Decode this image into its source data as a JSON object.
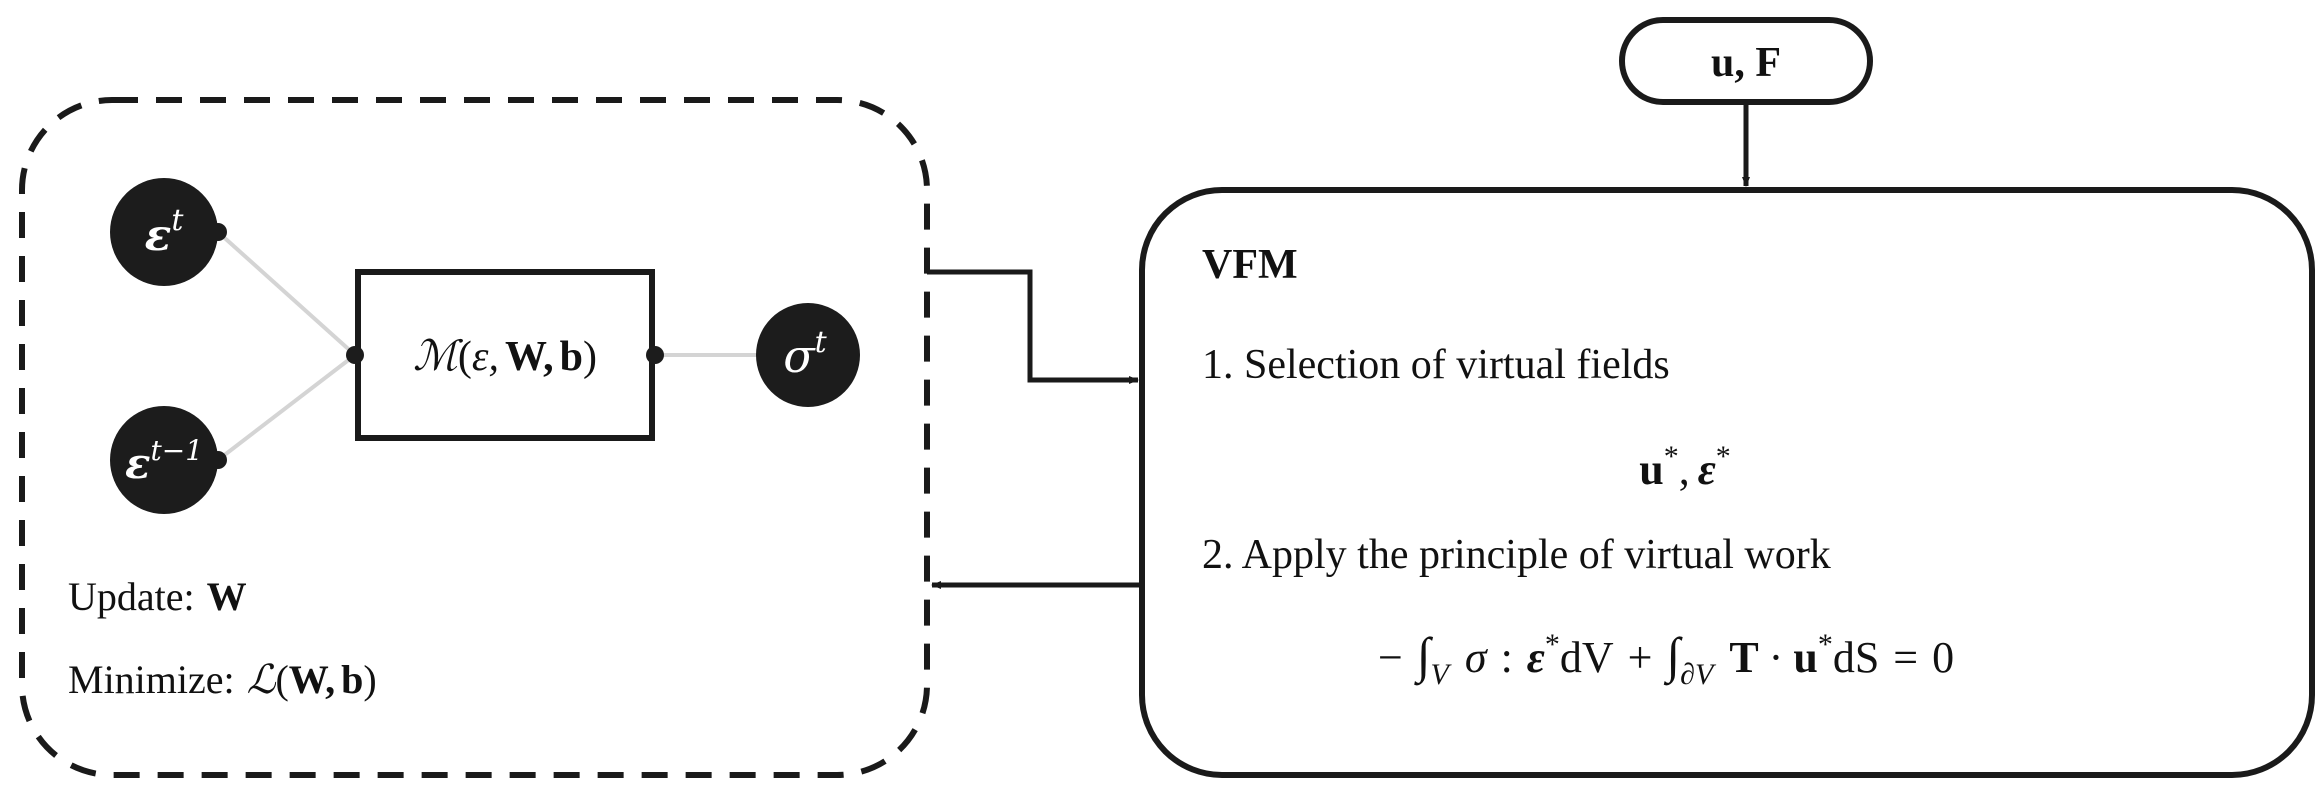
{
  "inputs_box": {
    "label_bold": "u, F"
  },
  "network": {
    "nodes": {
      "eps_t": {
        "base": "ε",
        "sup": "t"
      },
      "eps_t_minus_1": {
        "base": "ε",
        "sup": "t−1"
      },
      "sigma_t": {
        "base": "σ",
        "sup": "t"
      }
    },
    "model_box": {
      "func": "ℳ",
      "open": "(",
      "arg1": "ε,",
      "arg2": "W,",
      "arg3": "b",
      "close": ")"
    },
    "update_prefix": "Update:",
    "update_bold": "W",
    "minimize_prefix": "Minimize:",
    "minimize_func": "ℒ",
    "minimize_open": "(",
    "minimize_arg1": "W,",
    "minimize_arg2": "b",
    "minimize_close": ")"
  },
  "vfm": {
    "title": "VFM",
    "step1": "1. Selection of virtual fields",
    "virtual_fields_u": "u",
    "virtual_fields_star1": "*",
    "virtual_fields_sep": ",",
    "virtual_fields_eps": "ε",
    "virtual_fields_star2": "*",
    "step2": "2. Apply the principle of virtual work",
    "eq": {
      "minus": "−",
      "int1": "∫",
      "sub1": "V",
      "sigma": "σ",
      "colon": ":",
      "eps": "ε",
      "star1": "*",
      "dV": "dV",
      "plus": "+",
      "int2": "∫",
      "sub2": "∂V",
      "T": "T",
      "dot": "·",
      "u": "u",
      "star2": "*",
      "dS": "dS",
      "equals": "=",
      "zero": "0"
    }
  },
  "colors": {
    "stroke": "#1a1a1a",
    "node_fill": "#1c1c1c",
    "connector": "#d4d4d4",
    "background": "#ffffff"
  }
}
